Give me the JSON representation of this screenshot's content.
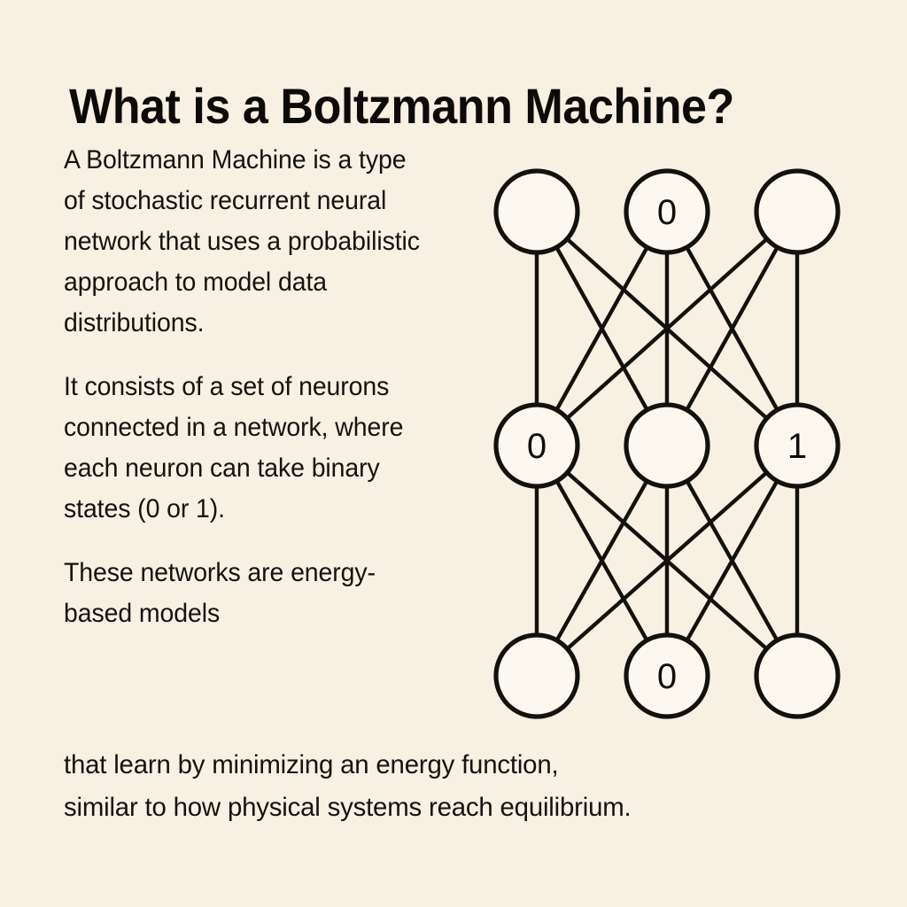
{
  "title": "What is a Boltzmann Machine?",
  "paragraphs": [
    "A Boltzmann Machine is a type of stochastic recurrent neural network that uses a probabilistic approach to model data distributions.",
    "It consists of a set of neurons connected in a network, where each neuron can take binary states (0 or 1).",
    "These networks are energy-based models"
  ],
  "wide_lines": [
    "that learn by minimizing an energy function,",
    "similar to how physical systems reach equilibrium."
  ],
  "colors": {
    "background": "#F7F0E3",
    "node_fill": "#FCF8F0",
    "stroke": "#13110E",
    "text": "#14120F"
  },
  "diagram": {
    "name": "boltzmann-machine-network",
    "geometry": {
      "radius": 46,
      "columns_x": [
        86,
        233,
        380
      ],
      "rows_y": [
        79,
        343,
        603
      ]
    },
    "nodes": [
      {
        "id": "t1",
        "row": 0,
        "col": 0,
        "label": ""
      },
      {
        "id": "t2",
        "row": 0,
        "col": 1,
        "label": "0"
      },
      {
        "id": "t3",
        "row": 0,
        "col": 2,
        "label": ""
      },
      {
        "id": "m1",
        "row": 1,
        "col": 0,
        "label": "0"
      },
      {
        "id": "m2",
        "row": 1,
        "col": 1,
        "label": ""
      },
      {
        "id": "m3",
        "row": 1,
        "col": 2,
        "label": "1"
      },
      {
        "id": "b1",
        "row": 2,
        "col": 0,
        "label": ""
      },
      {
        "id": "b2",
        "row": 2,
        "col": 1,
        "label": "0"
      },
      {
        "id": "b3",
        "row": 2,
        "col": 2,
        "label": ""
      }
    ],
    "edges": [
      [
        "t1",
        "m1"
      ],
      [
        "t1",
        "m2"
      ],
      [
        "t1",
        "m3"
      ],
      [
        "t2",
        "m1"
      ],
      [
        "t2",
        "m2"
      ],
      [
        "t2",
        "m3"
      ],
      [
        "t3",
        "m1"
      ],
      [
        "t3",
        "m2"
      ],
      [
        "t3",
        "m3"
      ],
      [
        "m1",
        "b1"
      ],
      [
        "m1",
        "b2"
      ],
      [
        "m1",
        "b3"
      ],
      [
        "m2",
        "b1"
      ],
      [
        "m2",
        "b2"
      ],
      [
        "m2",
        "b3"
      ],
      [
        "m3",
        "b1"
      ],
      [
        "m3",
        "b2"
      ],
      [
        "m3",
        "b3"
      ]
    ]
  }
}
